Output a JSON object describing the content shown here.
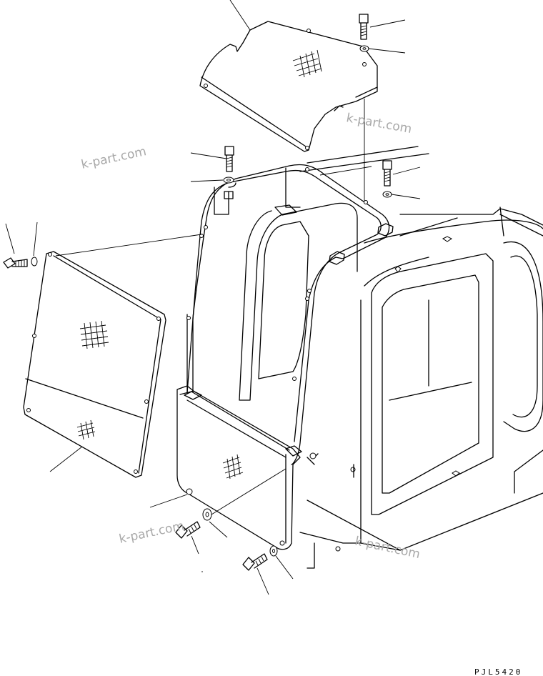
{
  "drawing_code": "PJL5420",
  "watermarks": [
    "k-part.com",
    "k-part.com",
    "k-part.com",
    "k-part.com"
  ],
  "parts": [
    "top-cover-plate",
    "guard-frame",
    "side-panel",
    "lower-guard-plate",
    "bolts",
    "washers"
  ]
}
